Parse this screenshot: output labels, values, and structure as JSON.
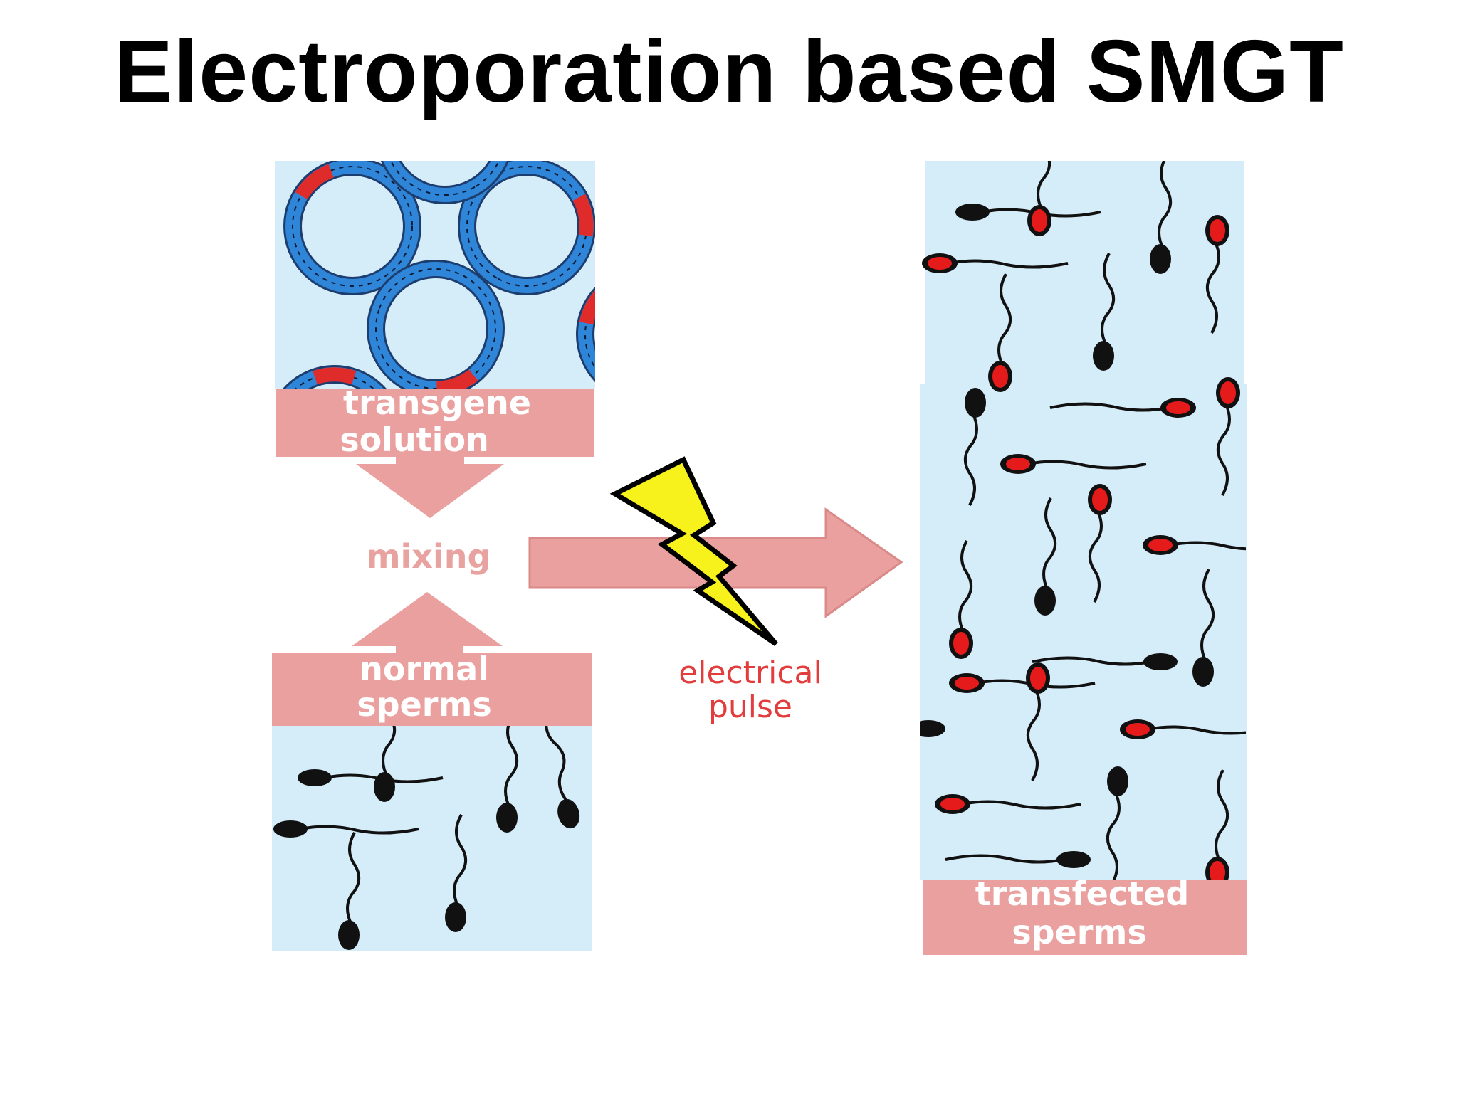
{
  "title": "Electroporation based SMGT",
  "labels": {
    "transgene_line1": "transgene",
    "transgene_line2": "solution",
    "mixing": "mixing",
    "normal_line1": "normal",
    "normal_line2": "sperms",
    "pulse_line1": "electrical",
    "pulse_line2": "pulse",
    "transfected_line1": "transfected",
    "transfected_line2": "sperms"
  },
  "colors": {
    "panel_bg": "#d5ecf9",
    "label_band": "#e9a09f",
    "arrow": "#e9a09f",
    "plasmid_blue": "#2f86d8",
    "plasmid_red": "#e02b2b",
    "sperm_black": "#111111",
    "sperm_red_head": "#e51b1b",
    "bolt_yellow": "#f7f21c",
    "pulse_text": "#e23c3c"
  },
  "icons": [
    "plasmid-ring-icon",
    "sperm-icon",
    "lightning-bolt-icon",
    "arrow-down-icon",
    "arrow-up-icon",
    "arrow-right-icon"
  ]
}
